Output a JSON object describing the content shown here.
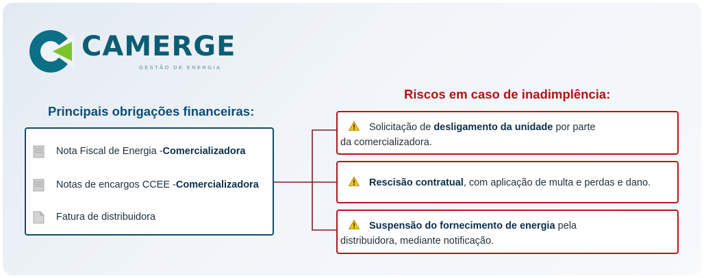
{
  "brand": {
    "name": "CAMERGE",
    "tagline": "GESTÃO DE ENERGIA",
    "colors": {
      "teal": "#0b5d73",
      "lime": "#7cc52a",
      "red": "#b31217"
    }
  },
  "obligations": {
    "title": "Principais obrigações financeiras:",
    "items": [
      {
        "text": "Nota Fiscal de Energia - ",
        "bold": "Comercializadora",
        "icon": "document-icon"
      },
      {
        "text": "Notas de encargos CCEE - ",
        "bold": "Comercializadora",
        "icon": "document-icon"
      },
      {
        "text": "Fatura de distribuidora",
        "bold": "",
        "icon": "document-icon"
      }
    ]
  },
  "risks": {
    "title": "Riscos em caso de inadimplência:",
    "items": [
      {
        "pre": "Solicitação de ",
        "bold": "desligamento da unidade",
        "post": " por parte",
        "line2": "da comercializadora.",
        "icon": "warning-icon"
      },
      {
        "pre": "",
        "bold": "Rescisão contratual",
        "post": ", com aplicação de multa e perdas e dano.",
        "line2": "",
        "icon": "warning-icon"
      },
      {
        "pre": "",
        "bold": "Suspensão do fornecimento de energia",
        "post": " pela",
        "line2": "distribuidora, mediante notificação.",
        "icon": "warning-icon"
      }
    ]
  }
}
